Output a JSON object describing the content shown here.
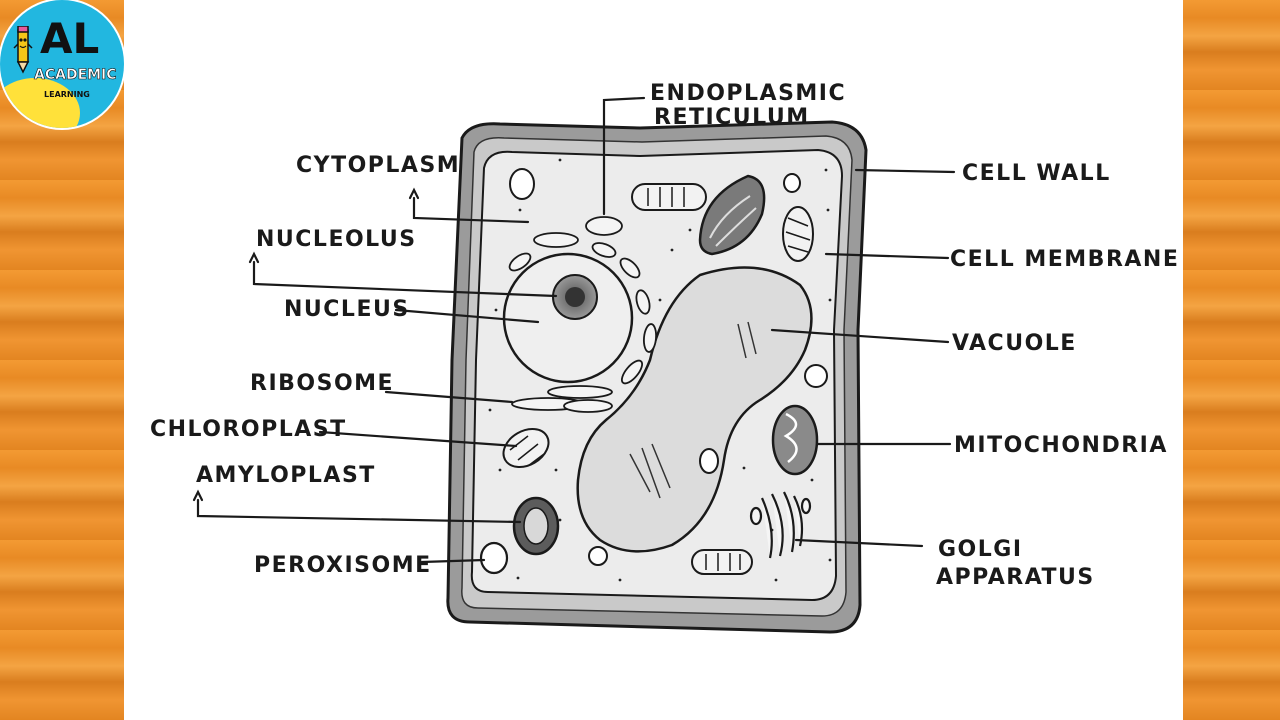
{
  "logo": {
    "top_text": "AL",
    "middle_text": "ACADEMIC",
    "bottom_text": "LEARNING"
  },
  "diagram": {
    "labels": {
      "endoplasmic_reticulum_line1": "ENDOPLASMIC",
      "endoplasmic_reticulum_line2": "RETICULUM",
      "cytoplasm": "CYTOPLASM",
      "nucleolus": "NUCLEOLUS",
      "nucleus": "NUCLEUS",
      "ribosome": "RIBOSOME",
      "chloroplast": "CHLOROPLAST",
      "amyloplast": "AMYLOPLAST",
      "peroxisome": "PEROXISOME",
      "cell_wall": "CELL WALL",
      "cell_membrane": "CELL MEMBRANE",
      "vacuole": "VACUOLE",
      "mitochondria": "MITOCHONDRIA",
      "golgi_line1": "GOLGI",
      "golgi_line2": "APPARATUS"
    }
  }
}
